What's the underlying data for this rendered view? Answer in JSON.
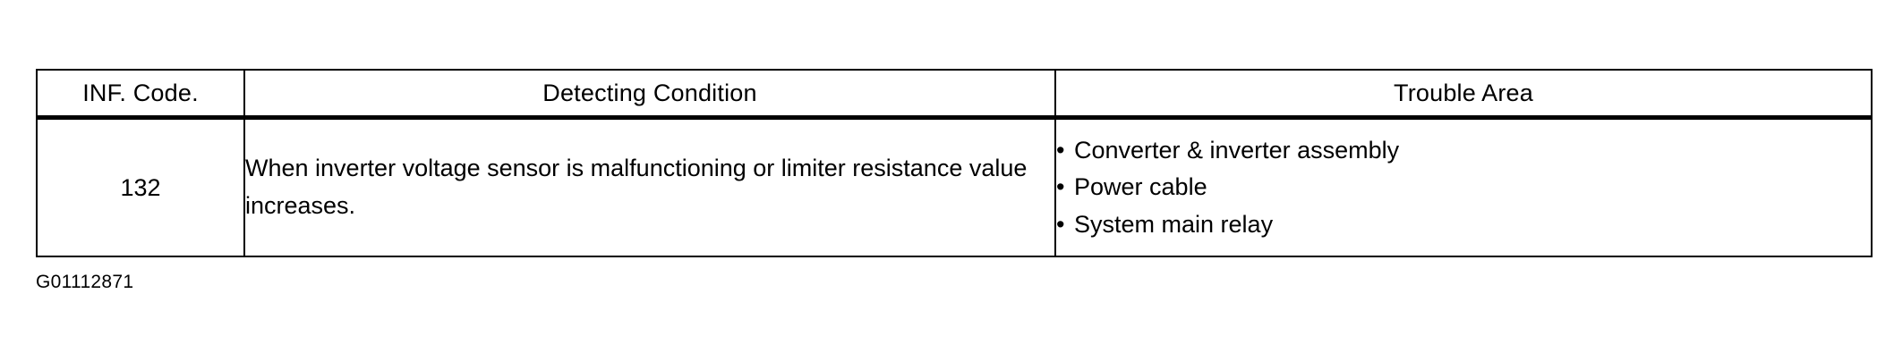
{
  "document": {
    "caption_code": "G01112871",
    "ink_color": "#000000",
    "paper_color": "#ffffff"
  },
  "table": {
    "headers": [
      {
        "label": "INF. Code."
      },
      {
        "label": "Detecting Condition"
      },
      {
        "label": "Trouble Area"
      }
    ],
    "rows": [
      {
        "inf_code": "132",
        "detecting_condition": "When inverter voltage sensor is malfunctioning or limiter resistance value increases.",
        "trouble_area": [
          {
            "bullet": "•",
            "label": "Converter & inverter assembly"
          },
          {
            "bullet": "•",
            "label": "Power cable"
          },
          {
            "bullet": "•",
            "label": "System main relay"
          }
        ]
      }
    ]
  }
}
